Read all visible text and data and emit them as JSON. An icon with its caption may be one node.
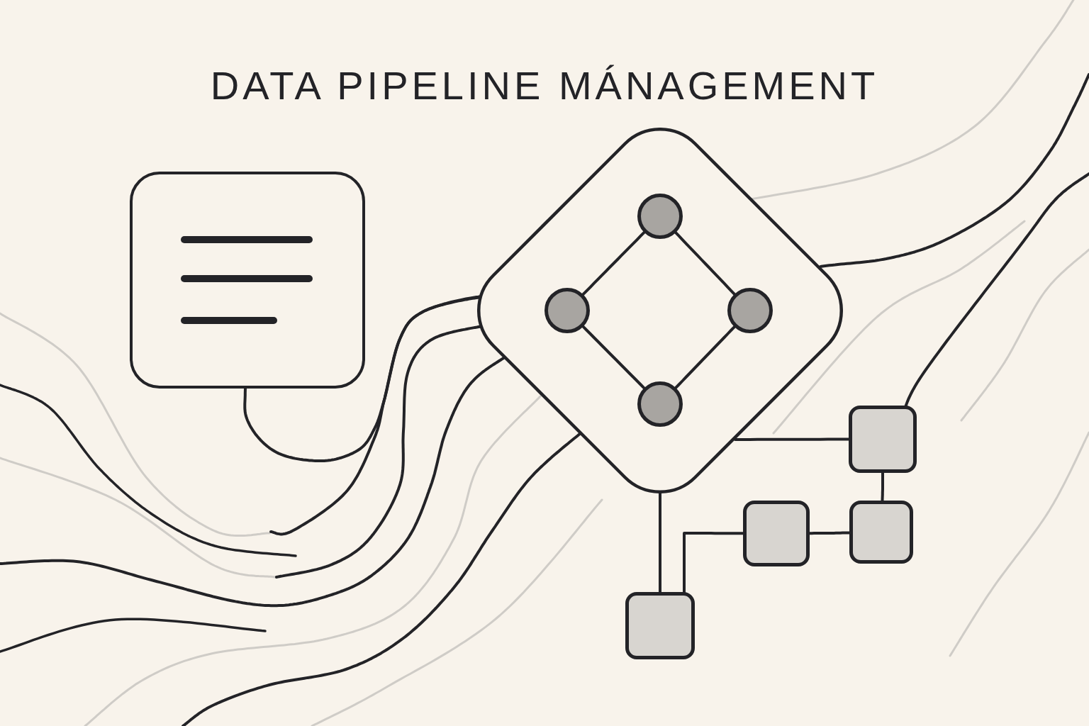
{
  "diagram": {
    "title": "DATA PIPELINE MÁNAGEMENT",
    "nodes": [
      {
        "text": [],
        "shape": "box"
      },
      {
        "text": [],
        "shape": "diamond"
      },
      {
        "text": [],
        "shape": "circle",
        "in": 1
      },
      {
        "text": [],
        "shape": "circle",
        "in": 1
      },
      {
        "text": [],
        "shape": "circle",
        "in": 1
      },
      {
        "text": [],
        "shape": "circle",
        "in": 1
      },
      {
        "text": [],
        "shape": "box"
      },
      {
        "text": [],
        "shape": "box"
      },
      {
        "text": [],
        "shape": "box"
      },
      {
        "text": [],
        "shape": "box"
      }
    ],
    "edges": [
      {
        "from": 0,
        "to": 1,
        "arrow": "none"
      },
      {
        "from": 1,
        "to": null,
        "arrow": "none"
      },
      {
        "from": 1,
        "to": null,
        "arrow": "none"
      },
      {
        "from": 1,
        "to": null,
        "arrow": "none"
      },
      {
        "from": 1,
        "to": null,
        "arrow": "none"
      },
      {
        "from": 1,
        "to": null,
        "arrow": "none"
      },
      {
        "from": 2,
        "to": 3,
        "arrow": "none"
      },
      {
        "from": 2,
        "to": 4,
        "arrow": "none"
      },
      {
        "from": 3,
        "to": 5,
        "arrow": "none"
      },
      {
        "from": 4,
        "to": 5,
        "arrow": "none"
      },
      {
        "from": 1,
        "to": 6,
        "arrow": "none"
      },
      {
        "from": 1,
        "to": 9,
        "arrow": "none"
      },
      {
        "from": 6,
        "to": 8,
        "arrow": "none"
      },
      {
        "from": 8,
        "to": 7,
        "arrow": "none"
      },
      {
        "from": 7,
        "to": 9,
        "arrow": "none"
      },
      {
        "from": 6,
        "to": null,
        "arrow": "none"
      }
    ]
  }
}
